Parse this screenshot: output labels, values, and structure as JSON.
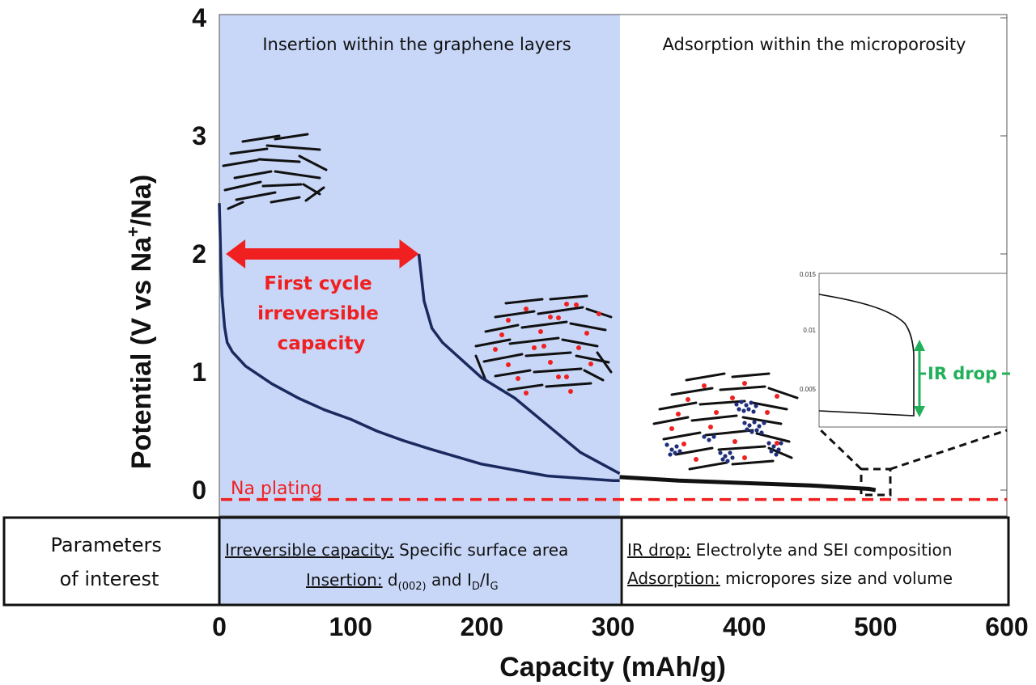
{
  "chart_data": {
    "type": "line",
    "xlabel": "Capacity (mAh/g)",
    "ylabel_parts": [
      "Potential (V vs Na",
      "+",
      "/Na)"
    ],
    "xlim": [
      0,
      600
    ],
    "ylim": [
      -0.2,
      4
    ],
    "x_ticks": [
      "0",
      "100",
      "200",
      "300",
      "400",
      "500",
      "600"
    ],
    "y_ticks": [
      "0",
      "1",
      "2",
      "3",
      "4"
    ],
    "regions": [
      {
        "label": "Insertion within the graphene layers",
        "x_range": [
          0,
          305
        ],
        "color": "#c8d7f8"
      },
      {
        "label": "Adsorption within the microporosity",
        "x_range": [
          305,
          600
        ],
        "color": "#ffffff"
      }
    ],
    "series": [
      {
        "color": "#1a2a5e",
        "x": [
          0,
          1,
          2,
          4,
          6,
          10,
          20,
          40,
          60,
          80,
          100,
          120,
          140,
          160,
          200,
          250,
          300,
          305
        ],
        "y": [
          2.43,
          2.0,
          1.65,
          1.38,
          1.25,
          1.17,
          1.05,
          0.9,
          0.78,
          0.68,
          0.6,
          0.5,
          0.42,
          0.35,
          0.22,
          0.12,
          0.08,
          0.08
        ]
      },
      {
        "color": "#1a2a5e",
        "x": [
          152,
          156,
          162,
          170,
          185,
          200,
          225,
          250,
          275,
          300,
          305
        ],
        "y": [
          2.0,
          1.6,
          1.37,
          1.25,
          1.1,
          0.95,
          0.78,
          0.55,
          0.32,
          0.17,
          0.14
        ]
      },
      {
        "color": "#111111",
        "x": [
          305,
          350,
          400,
          450,
          480,
          495,
          500
        ],
        "y": [
          0.11,
          0.08,
          0.06,
          0.04,
          0.02,
          0.01,
          0.0
        ]
      }
    ],
    "reference_line": {
      "label": "Na plating",
      "y": -0.08,
      "color": "#f02020"
    },
    "annotations": {
      "irreversible": {
        "x_range": [
          5,
          152
        ],
        "y": 2.0,
        "lines": [
          "First cycle",
          "irreversible",
          "capacity"
        ]
      }
    },
    "inset": {
      "y_ticks": [
        "0.015",
        "0.01",
        "0.005"
      ],
      "label": "IR drop"
    }
  },
  "parameters_table": {
    "header_lines": [
      "Parameters",
      "of interest"
    ],
    "left": [
      {
        "key": "Irreversible capacity:",
        "value": " Specific surface area"
      },
      {
        "key": "Insertion:",
        "value": " d",
        "sub": "(002)",
        "mid": " and I",
        "sub2": "D",
        "mid2": "/I",
        "sub3": "G"
      }
    ],
    "right": [
      {
        "key": "IR drop:",
        "value": " Electrolyte and SEI composition"
      },
      {
        "key": "Adsorption:",
        "value": " micropores size and volume"
      }
    ]
  }
}
